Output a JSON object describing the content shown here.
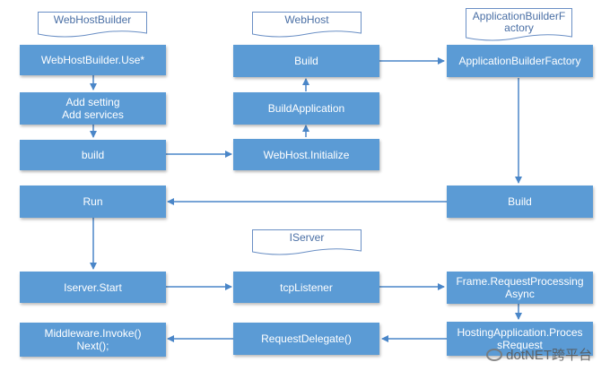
{
  "docs": {
    "webhostbuilder": "WebHostBuilder",
    "webhost": "WebHost",
    "appbuilderfactory": "ApplicationBuilderF\nactory",
    "iserver": "IServer"
  },
  "boxes": {
    "use": "WebHostBuilder.Use*",
    "add_setting": "Add setting\nAdd services",
    "build_lower": "build",
    "webhost_build": "Build",
    "build_application": "BuildApplication",
    "webhost_initialize": "WebHost.Initialize",
    "abf": "ApplicationBuilderFactory",
    "abf_build": "Build",
    "run": "Run",
    "iserver_start": "Iserver.Start",
    "tcplistener": "tcpListener",
    "frame_request": "Frame.RequestProcessing\nAsync",
    "request_delegate": "RequestDelegate()",
    "middleware": "Middleware.Invoke()\nNext();",
    "hosting_app": "HostingApplication.Proces\nsRequest"
  },
  "watermark": {
    "text": "dotNET跨平台",
    "icon": "wechat-icon"
  },
  "colors": {
    "box_fill": "#5b9bd5",
    "arrow": "#4a86c8",
    "doc_border": "#6a8fc5"
  }
}
